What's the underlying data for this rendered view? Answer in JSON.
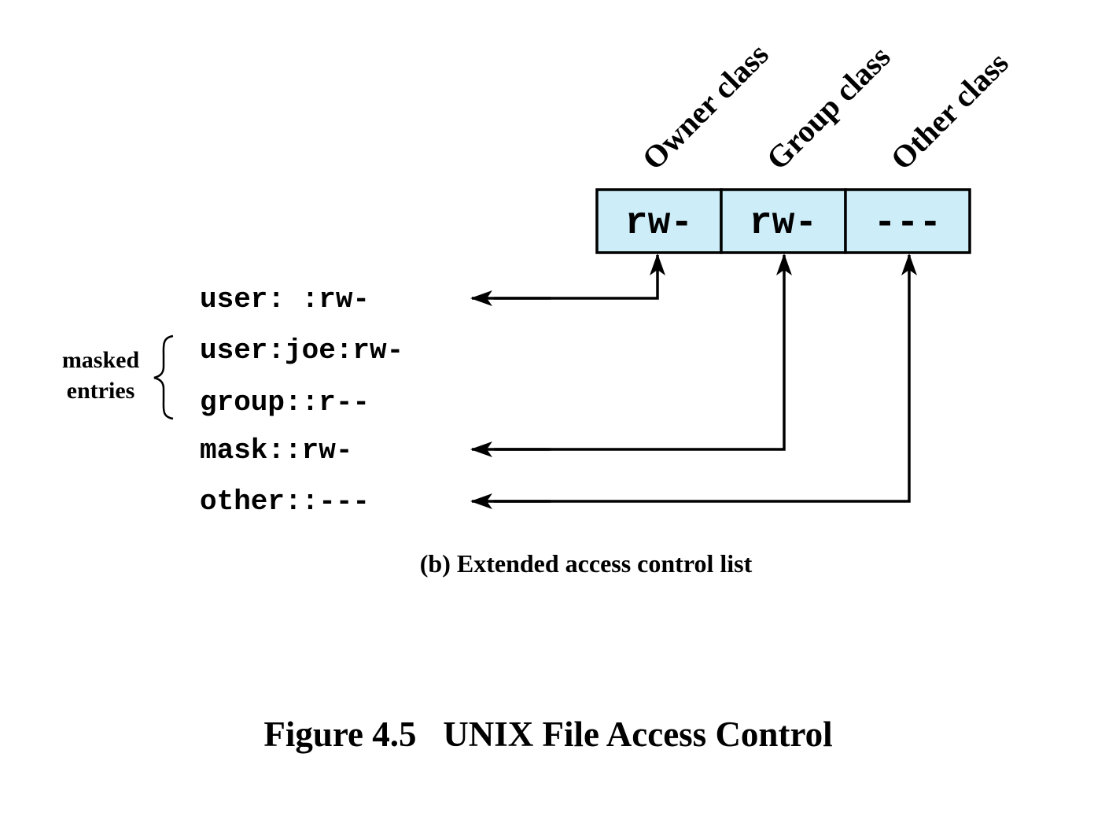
{
  "permission_classes": [
    {
      "name": "owner",
      "header": "Owner class",
      "bits": "rw-"
    },
    {
      "name": "group",
      "header": "Group class",
      "bits": "rw-"
    },
    {
      "name": "other",
      "header": "Other class",
      "bits": "---"
    }
  ],
  "acl_entries": [
    {
      "name": "user-owner",
      "text": "user: :rw-",
      "masked": false
    },
    {
      "name": "user-joe",
      "text": "user:joe:rw-",
      "masked": true
    },
    {
      "name": "group",
      "text": "group::r--",
      "masked": true
    },
    {
      "name": "mask",
      "text": "mask::rw-",
      "masked": false
    },
    {
      "name": "other",
      "text": "other::---",
      "masked": false
    }
  ],
  "brace_label": {
    "line1": "masked",
    "line2": "entries"
  },
  "subcaption": "(b) Extended access control list",
  "figure_caption": "Figure 4.5   UNIX File Access Control",
  "colors": {
    "cell_fill": "#cdeef8",
    "stroke": "#000000"
  }
}
